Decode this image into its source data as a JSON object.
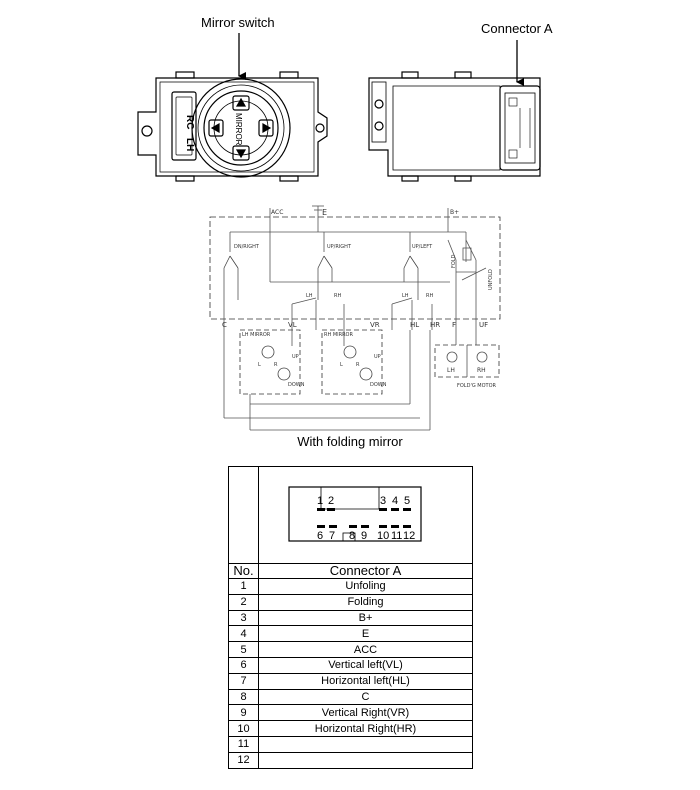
{
  "labels": {
    "mirror_switch": "Mirror switch",
    "connector_a": "Connector A",
    "caption": "With folding mirror"
  },
  "schematic": {
    "terminals": [
      "ACC",
      "E",
      "B+",
      "C",
      "VL",
      "VR",
      "HL",
      "HR",
      "F",
      "UF"
    ],
    "switches": [
      "DN/RIGHT",
      "UP/RIGHT",
      "UP/LEFT",
      "FOLD",
      "UNFOLD"
    ],
    "selector": [
      "LH",
      "RH",
      "LH",
      "RH"
    ],
    "lh_mirror": "LH MIRROR",
    "rh_mirror": "RH MIRROR",
    "motor_labels": [
      "UP",
      "DOWN",
      "L",
      "R"
    ],
    "fold_motor": {
      "lh": "LH",
      "rh": "RH",
      "caption": "FOLD'G MOTOR"
    }
  },
  "switch_panel": {
    "rc": "RC",
    "lh": "LH",
    "brand": "MIRROR"
  },
  "connector": {
    "top_pins": [
      "1",
      "2",
      "3",
      "4",
      "5"
    ],
    "bottom_pins": [
      "6",
      "7",
      "8",
      "9",
      "10",
      "11",
      "12"
    ]
  },
  "table": {
    "col_no": "No.",
    "col_name": "Connector A",
    "rows": [
      {
        "no": "1",
        "name": "Unfoling"
      },
      {
        "no": "2",
        "name": "Folding"
      },
      {
        "no": "3",
        "name": "B+"
      },
      {
        "no": "4",
        "name": "E"
      },
      {
        "no": "5",
        "name": "ACC"
      },
      {
        "no": "6",
        "name": "Vertical left(VL)"
      },
      {
        "no": "7",
        "name": "Horizontal left(HL)"
      },
      {
        "no": "8",
        "name": "C"
      },
      {
        "no": "9",
        "name": "Vertical Right(VR)"
      },
      {
        "no": "10",
        "name": "Horizontal Right(HR)"
      },
      {
        "no": "11",
        "name": ""
      },
      {
        "no": "12",
        "name": ""
      }
    ]
  }
}
